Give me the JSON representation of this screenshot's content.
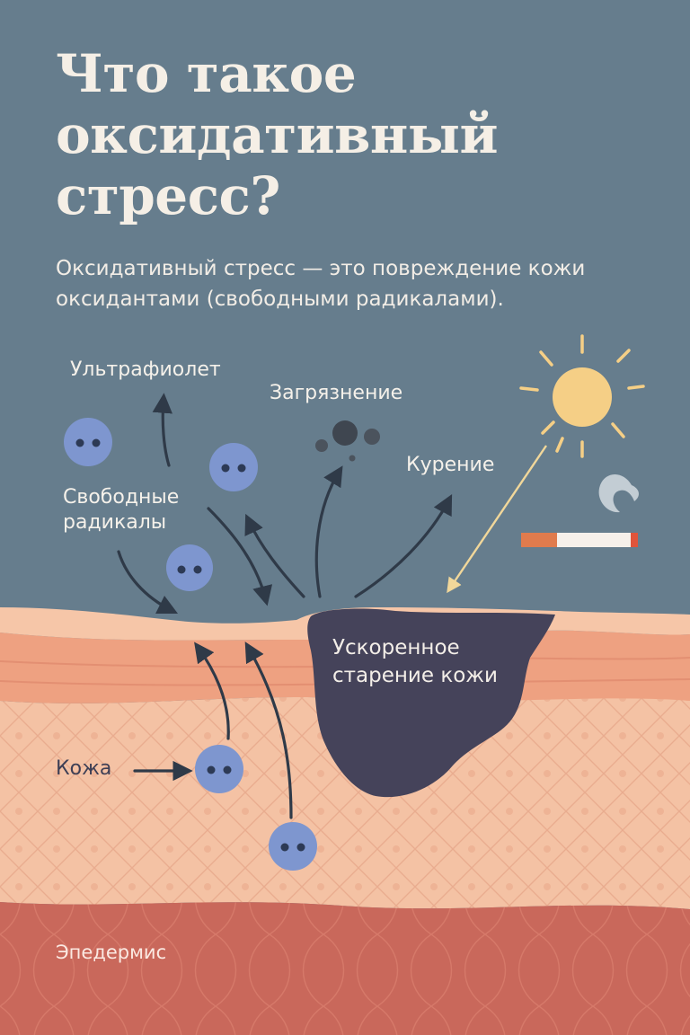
{
  "title": "Что такое оксидативный стресс?",
  "subtitle": "Оксидативный стресс — это повреждение кожи оксидантами (свободными радикалами).",
  "labels": {
    "uv": "Ультрафиолет",
    "pollution": "Загрязнение",
    "smoking": "Курение",
    "free_radicals": "Свободные радикалы",
    "accelerated_aging": "Ускоренное старение кожи",
    "skin": "Кожа",
    "epidermis": "Эпедермис"
  },
  "icons": [
    "sun-icon",
    "cigarette-icon",
    "smoke-icon",
    "pollution-particles-icon",
    "free-radical-icon"
  ],
  "colors": {
    "background": "#667d8d",
    "title": "#f5efe6",
    "skin_top": "#f6c6a8",
    "skin_layer": "#eea181",
    "skin_inner": "#f4c2a4",
    "deep_layer": "#c9685b",
    "damage": "#45435a",
    "radical": "#7e96cf",
    "sun": "#f5cf86",
    "arrow": "#2f3a48"
  }
}
